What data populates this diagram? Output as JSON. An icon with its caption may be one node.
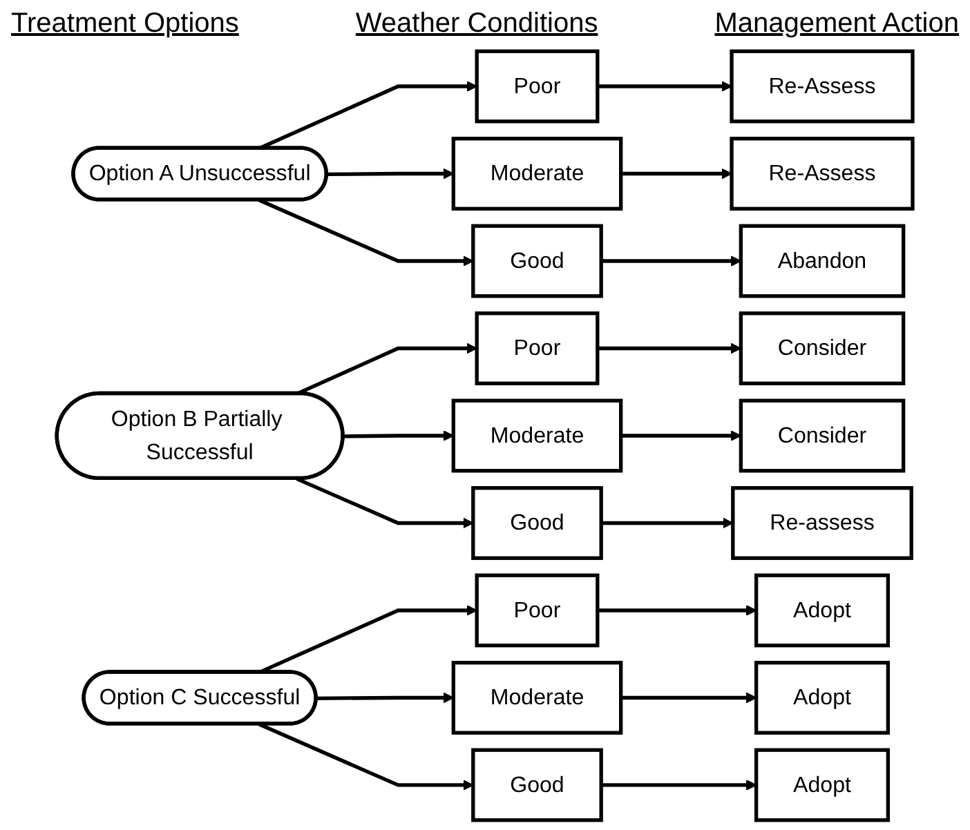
{
  "diagram": {
    "nodes": [
      {
        "text": [
          "Option A Unsuccessful"
        ]
      },
      {
        "text": [
          "Poor"
        ]
      },
      {
        "text": [
          "Moderate"
        ]
      },
      {
        "text": [
          "Good"
        ]
      },
      {
        "text": [
          "Re-Assess"
        ]
      },
      {
        "text": [
          "Re-Assess"
        ]
      },
      {
        "text": [
          "Abandon"
        ]
      },
      {
        "text": [
          "Option B Partially Successful"
        ]
      },
      {
        "text": [
          "Poor"
        ]
      },
      {
        "text": [
          "Moderate"
        ]
      },
      {
        "text": [
          "Good"
        ]
      },
      {
        "text": [
          "Consider"
        ]
      },
      {
        "text": [
          "Consider"
        ]
      },
      {
        "text": [
          "Re-assess"
        ]
      },
      {
        "text": [
          "Option C Successful"
        ]
      },
      {
        "text": [
          "Poor"
        ]
      },
      {
        "text": [
          "Moderate"
        ]
      },
      {
        "text": [
          "Good"
        ]
      },
      {
        "text": [
          "Adopt"
        ]
      },
      {
        "text": [
          "Adopt"
        ]
      },
      {
        "text": [
          "Adopt"
        ]
      }
    ],
    "edges": [
      {
        "from": 0,
        "to": 1,
        "arrow": "to"
      },
      {
        "from": 0,
        "to": 2,
        "arrow": "to"
      },
      {
        "from": 0,
        "to": 3,
        "arrow": "to"
      },
      {
        "from": 1,
        "to": 4,
        "arrow": "to"
      },
      {
        "from": 2,
        "to": 5,
        "arrow": "to"
      },
      {
        "from": 3,
        "to": 6,
        "arrow": "to"
      },
      {
        "from": 7,
        "to": 8,
        "arrow": "to"
      },
      {
        "from": 7,
        "to": 9,
        "arrow": "to"
      },
      {
        "from": 7,
        "to": 10,
        "arrow": "to"
      },
      {
        "from": 8,
        "to": 11,
        "arrow": "to"
      },
      {
        "from": 9,
        "to": 12,
        "arrow": "to"
      },
      {
        "from": 10,
        "to": 13,
        "arrow": "to"
      },
      {
        "from": 14,
        "to": 15,
        "arrow": "to"
      },
      {
        "from": 14,
        "to": 16,
        "arrow": "to"
      },
      {
        "from": 14,
        "to": 17,
        "arrow": "to"
      },
      {
        "from": 15,
        "to": 18,
        "arrow": "to"
      },
      {
        "from": 16,
        "to": 19,
        "arrow": "to"
      },
      {
        "from": 17,
        "to": 20,
        "arrow": "to"
      }
    ],
    "labels": [
      "Treatment Options",
      "Weather Conditions",
      "Management Action"
    ]
  }
}
